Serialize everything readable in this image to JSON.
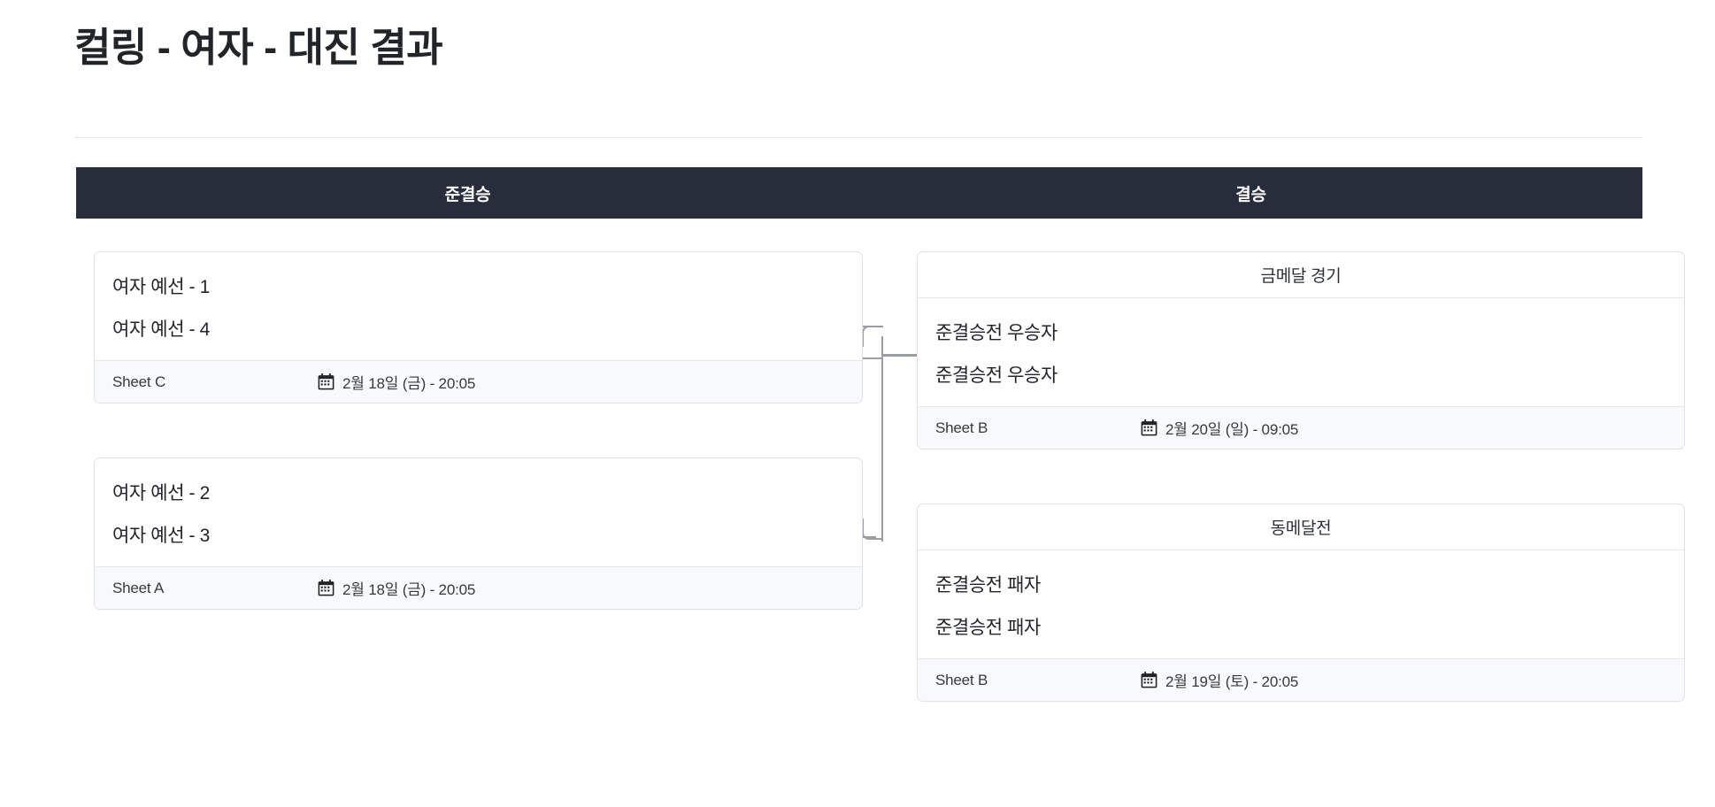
{
  "page": {
    "title": "컬링 - 여자 - 대진 결과"
  },
  "rounds": [
    {
      "label": "준결승"
    },
    {
      "label": "결승"
    }
  ],
  "icons": {
    "calendar": "calendar-icon"
  },
  "colors": {
    "header_bar": "#272d3a",
    "card_border": "#dfe1e5",
    "footer_bg": "#f8f9fa",
    "connector": "#9a9da1",
    "text": "#212529"
  },
  "matches": {
    "semifinal_1": {
      "title": "",
      "teams": [
        "여자 예선 - 1",
        "여자 예선 - 4"
      ],
      "sheet": "Sheet C",
      "date": "2월 18일 (금) - 20:05"
    },
    "semifinal_2": {
      "title": "",
      "teams": [
        "여자 예선 - 2",
        "여자 예선 - 3"
      ],
      "sheet": "Sheet A",
      "date": "2월 18일 (금) - 20:05"
    },
    "gold_medal": {
      "title": "금메달 경기",
      "teams": [
        "준결승전 우승자",
        "준결승전 우승자"
      ],
      "sheet": "Sheet B",
      "date": "2월 20일 (일) - 09:05"
    },
    "bronze_medal": {
      "title": "동메달전",
      "teams": [
        "준결승전 패자",
        "준결승전 패자"
      ],
      "sheet": "Sheet B",
      "date": "2월 19일 (토) - 20:05"
    }
  }
}
